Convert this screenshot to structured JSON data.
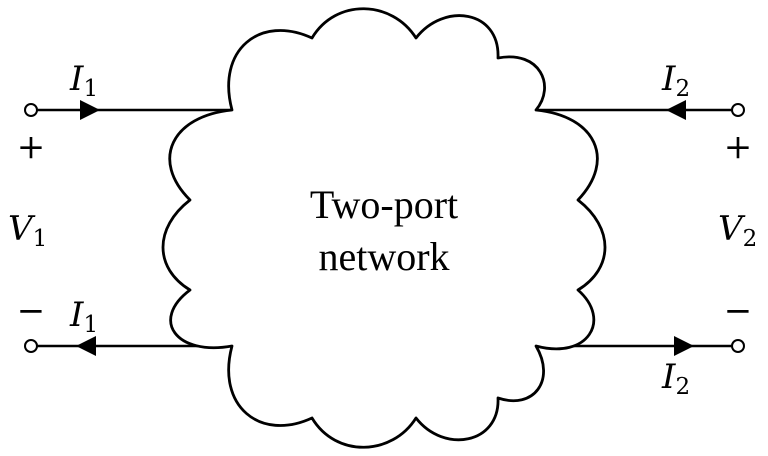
{
  "network": {
    "label_line1": "Two-port",
    "label_line2": "network"
  },
  "port1": {
    "voltage": {
      "symbol": "V",
      "subscript": "1"
    },
    "current_top": {
      "symbol": "I",
      "subscript": "1"
    },
    "current_bottom": {
      "symbol": "I",
      "subscript": "1"
    },
    "plus_sign": "+",
    "minus_sign": "−"
  },
  "port2": {
    "voltage": {
      "symbol": "V",
      "subscript": "2"
    },
    "current_top": {
      "symbol": "I",
      "subscript": "2"
    },
    "current_bottom": {
      "symbol": "I",
      "subscript": "2"
    },
    "plus_sign": "+",
    "minus_sign": "−"
  }
}
